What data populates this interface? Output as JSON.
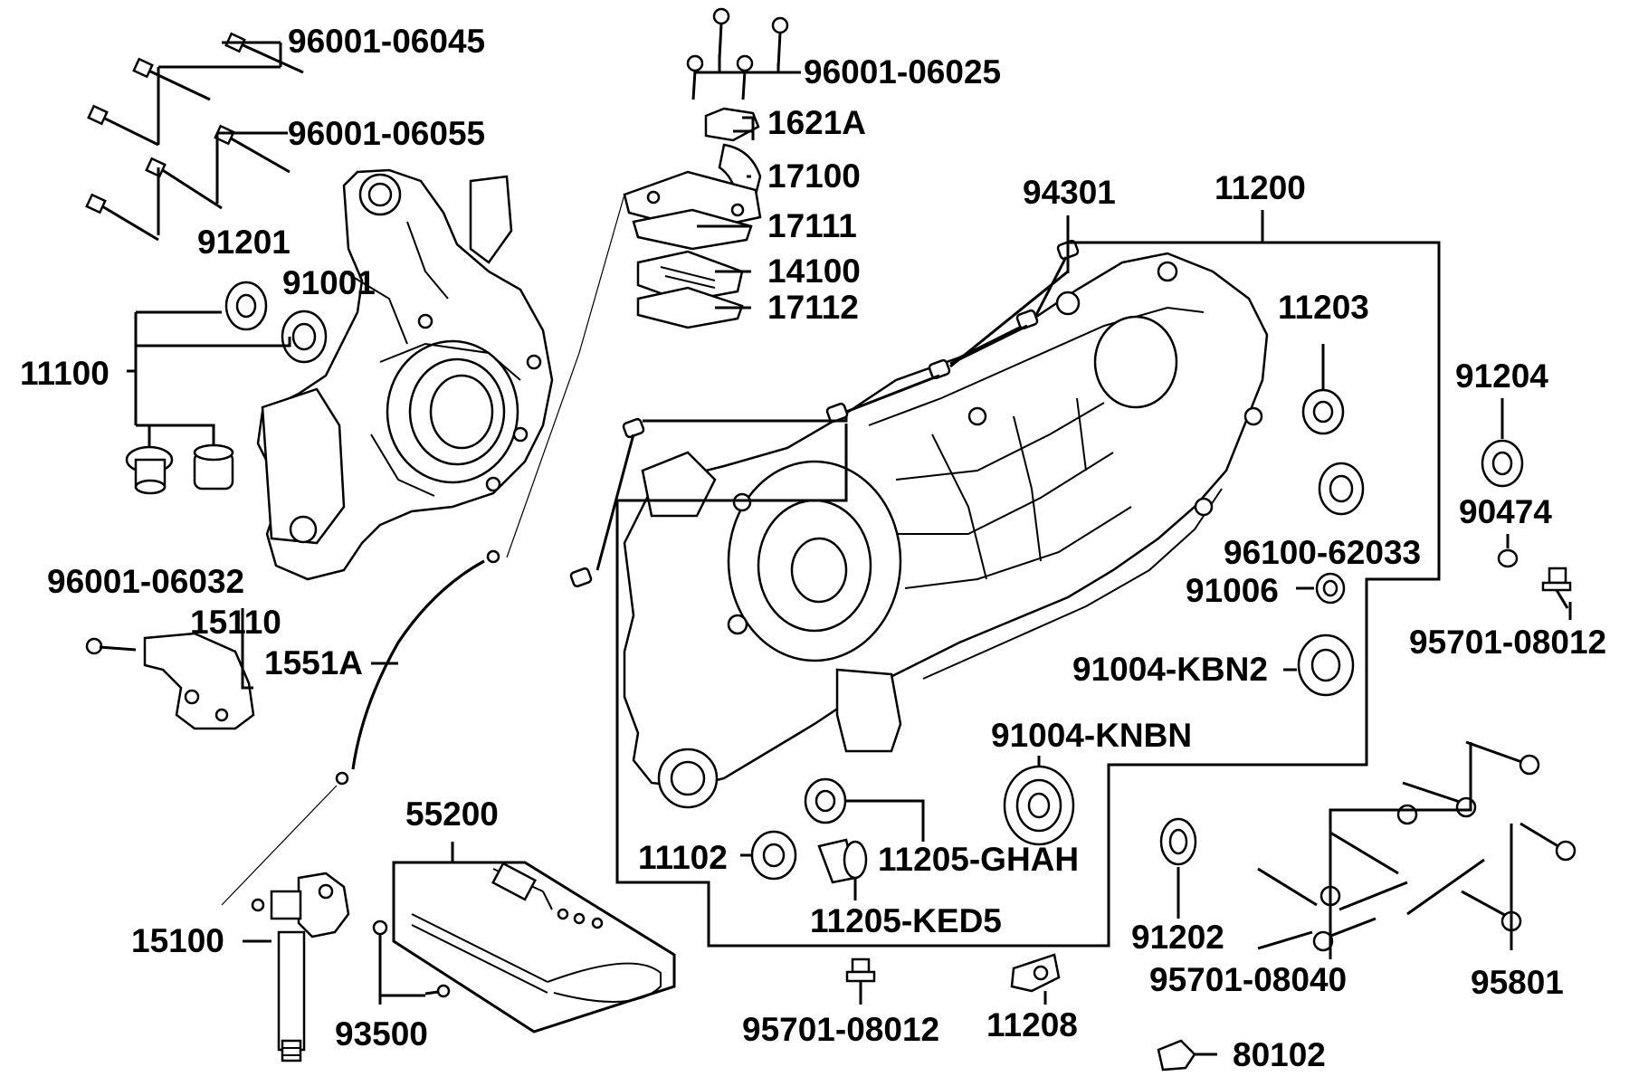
{
  "labels": {
    "p96001_06045": "96001-06045",
    "p96001_06055": "96001-06055",
    "p91201": "91201",
    "p91001": "91001",
    "p11100": "11100",
    "p96001_06032": "96001-06032",
    "p15110": "15110",
    "p1551A": "1551A",
    "p15100": "15100",
    "p93500": "93500",
    "p55200": "55200",
    "p96001_06025": "96001-06025",
    "p1621A": "1621A",
    "p17100": "17100",
    "p17111": "17111",
    "p14100": "14100",
    "p17112": "17112",
    "p94301": "94301",
    "p11200": "11200",
    "p11203": "11203",
    "p96100_62033": "96100-62033",
    "p91006": "91006",
    "p91004_KBN2": "91004-KBN2",
    "p91004_KNBN": "91004-KNBN",
    "p11102": "11102",
    "p11205_GHAH": "11205-GHAH",
    "p11205_KED5": "11205-KED5",
    "p95701_08012_bottom": "95701-08012",
    "p11208": "11208",
    "p91202": "91202",
    "p95701_08040": "95701-08040",
    "p80102": "80102",
    "p95801": "95801",
    "p91204": "91204",
    "p90474": "90474",
    "p95701_08012_right": "95701-08012"
  }
}
